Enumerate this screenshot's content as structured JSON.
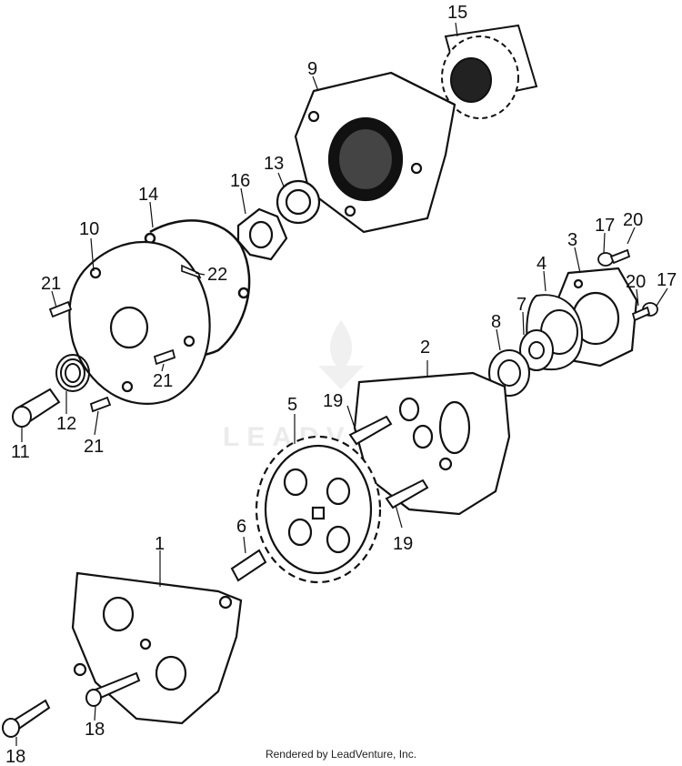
{
  "callouts": [
    "1",
    "2",
    "3",
    "4",
    "5",
    "6",
    "7",
    "8",
    "9",
    "10",
    "11",
    "12",
    "13",
    "14",
    "15",
    "16",
    "17",
    "17",
    "18",
    "18",
    "19",
    "19",
    "20",
    "20",
    "21",
    "21",
    "21",
    "22"
  ],
  "watermark": "LEADVENTURE",
  "footer": "Rendered by LeadVenture, Inc."
}
